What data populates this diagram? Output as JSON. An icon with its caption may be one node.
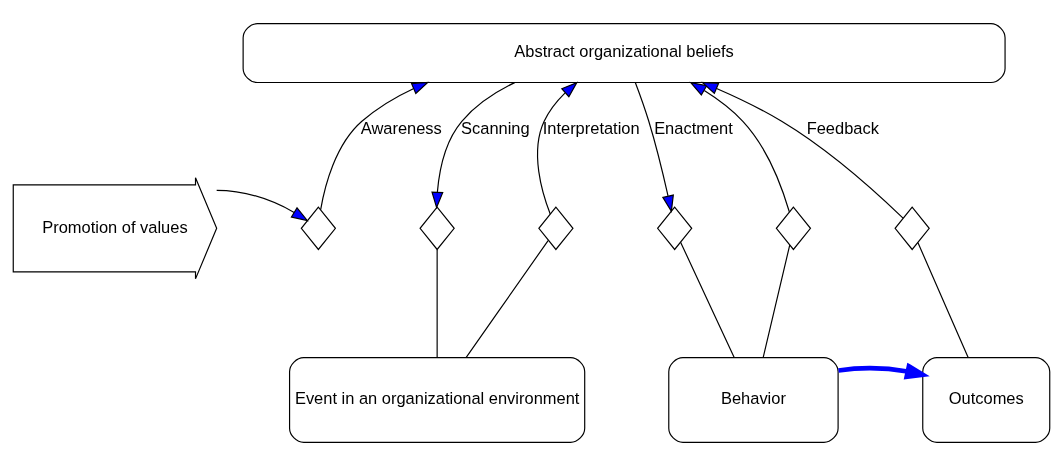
{
  "diagram": {
    "nodes": [
      {
        "text": [
          "Abstract organizational beliefs"
        ]
      },
      {
        "text": [
          "Promotion of values"
        ]
      },
      {
        "text": [
          "Event in an organizational environment"
        ]
      },
      {
        "text": [
          "Behavior"
        ]
      },
      {
        "text": [
          "Outcomes"
        ]
      },
      {
        "text": [],
        "shape": "diamond"
      },
      {
        "text": [],
        "shape": "diamond"
      },
      {
        "text": [],
        "shape": "diamond"
      },
      {
        "text": [],
        "shape": "diamond"
      },
      {
        "text": [],
        "shape": "diamond"
      },
      {
        "text": [],
        "shape": "diamond"
      }
    ],
    "edges": [
      {
        "from": 5,
        "to": 0,
        "arrow": "to",
        "label": "Awareness"
      },
      {
        "from": 0,
        "to": 6,
        "arrow": "to",
        "label": "Scanning"
      },
      {
        "from": 6,
        "to": 2,
        "arrow": "none"
      },
      {
        "from": 7,
        "to": 0,
        "arrow": "to",
        "label": "Interpretation"
      },
      {
        "from": 7,
        "to": 2,
        "arrow": "none"
      },
      {
        "from": 0,
        "to": 8,
        "arrow": "to",
        "label": "Enactment"
      },
      {
        "from": 8,
        "to": 3,
        "arrow": "none"
      },
      {
        "from": 9,
        "to": 0,
        "arrow": "to"
      },
      {
        "from": 9,
        "to": 3,
        "arrow": "none"
      },
      {
        "from": 10,
        "to": 0,
        "arrow": "to",
        "label": "Feedback"
      },
      {
        "from": 10,
        "to": 4,
        "arrow": "none"
      },
      {
        "from": 1,
        "to": 5,
        "arrow": "to"
      },
      {
        "from": 3,
        "to": 4,
        "arrow": "to",
        "style": "thick",
        "color": "#0000ff"
      }
    ]
  }
}
